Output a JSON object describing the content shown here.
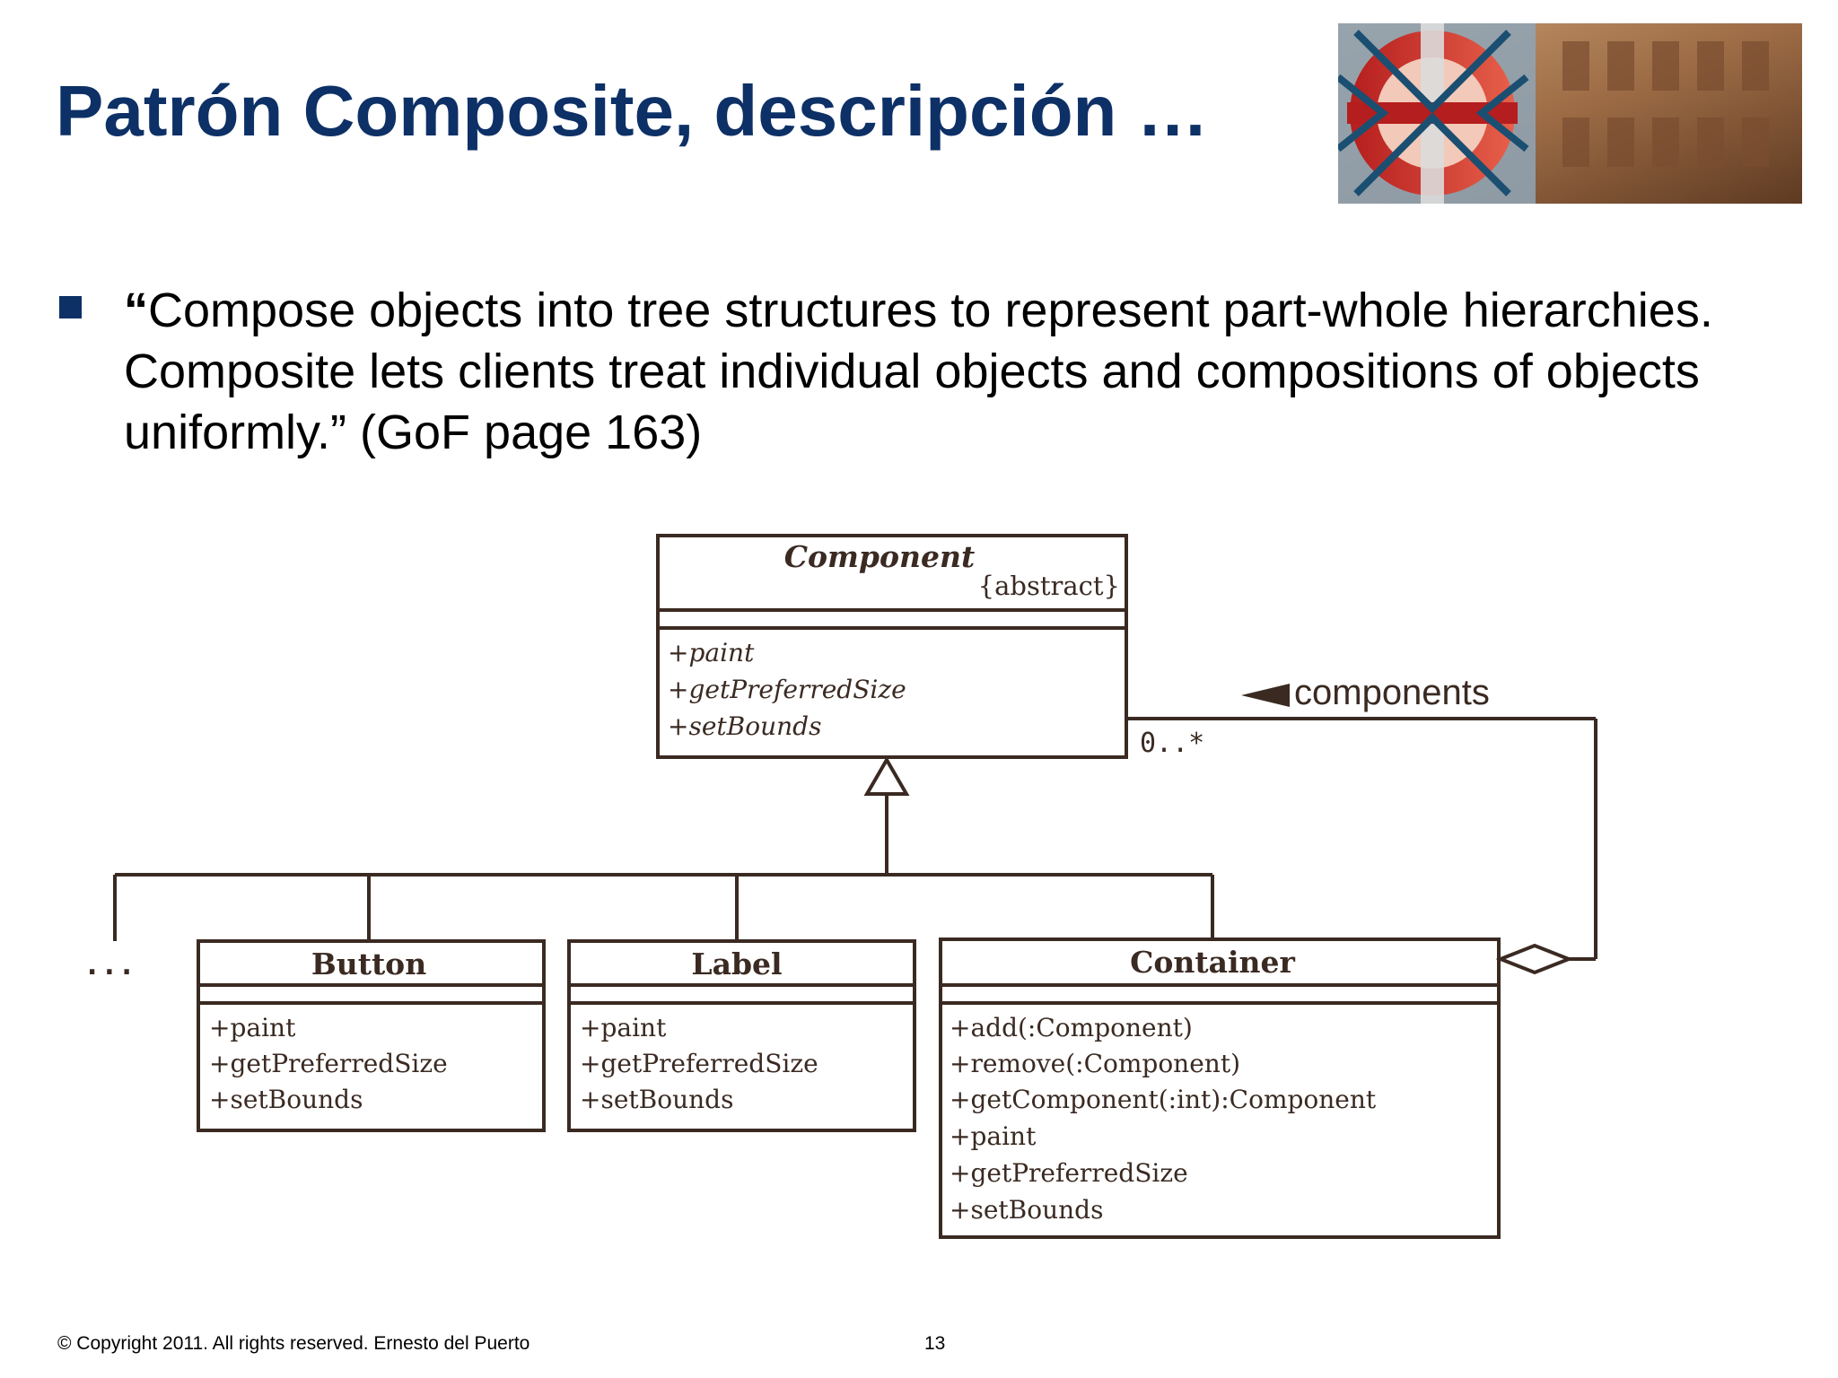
{
  "slide": {
    "title": "Patrón Composite, descripción …",
    "quote_open": "“",
    "quote_body": "Compose objects into tree structures to represent part-whole hierarchies. Composite lets clients treat individual objects and compositions of objects uniformly.” (GoF page 163)"
  },
  "diagram": {
    "component": {
      "name": "Component",
      "stereotype": "{abstract}",
      "methods": [
        "+paint",
        "+getPreferredSize",
        "+setBounds"
      ]
    },
    "button": {
      "name": "Button",
      "methods": [
        "+paint",
        "+getPreferredSize",
        "+setBounds"
      ]
    },
    "label": {
      "name": "Label",
      "methods": [
        "+paint",
        "+getPreferredSize",
        "+setBounds"
      ]
    },
    "container": {
      "name": "Container",
      "methods": [
        "+add(:Component)",
        "+remove(:Component)",
        "+getComponent(:int):Component",
        "+paint",
        "+getPreferredSize",
        "+setBounds"
      ]
    },
    "association_label": "components",
    "multiplicity": "0..*",
    "ellipsis": "..."
  },
  "footer": {
    "copyright": "© Copyright 2011. All rights reserved. Ernesto del  Puerto",
    "page_number": "13"
  },
  "colors": {
    "title": "#0d3066",
    "diagram_line": "#3a2a22"
  }
}
